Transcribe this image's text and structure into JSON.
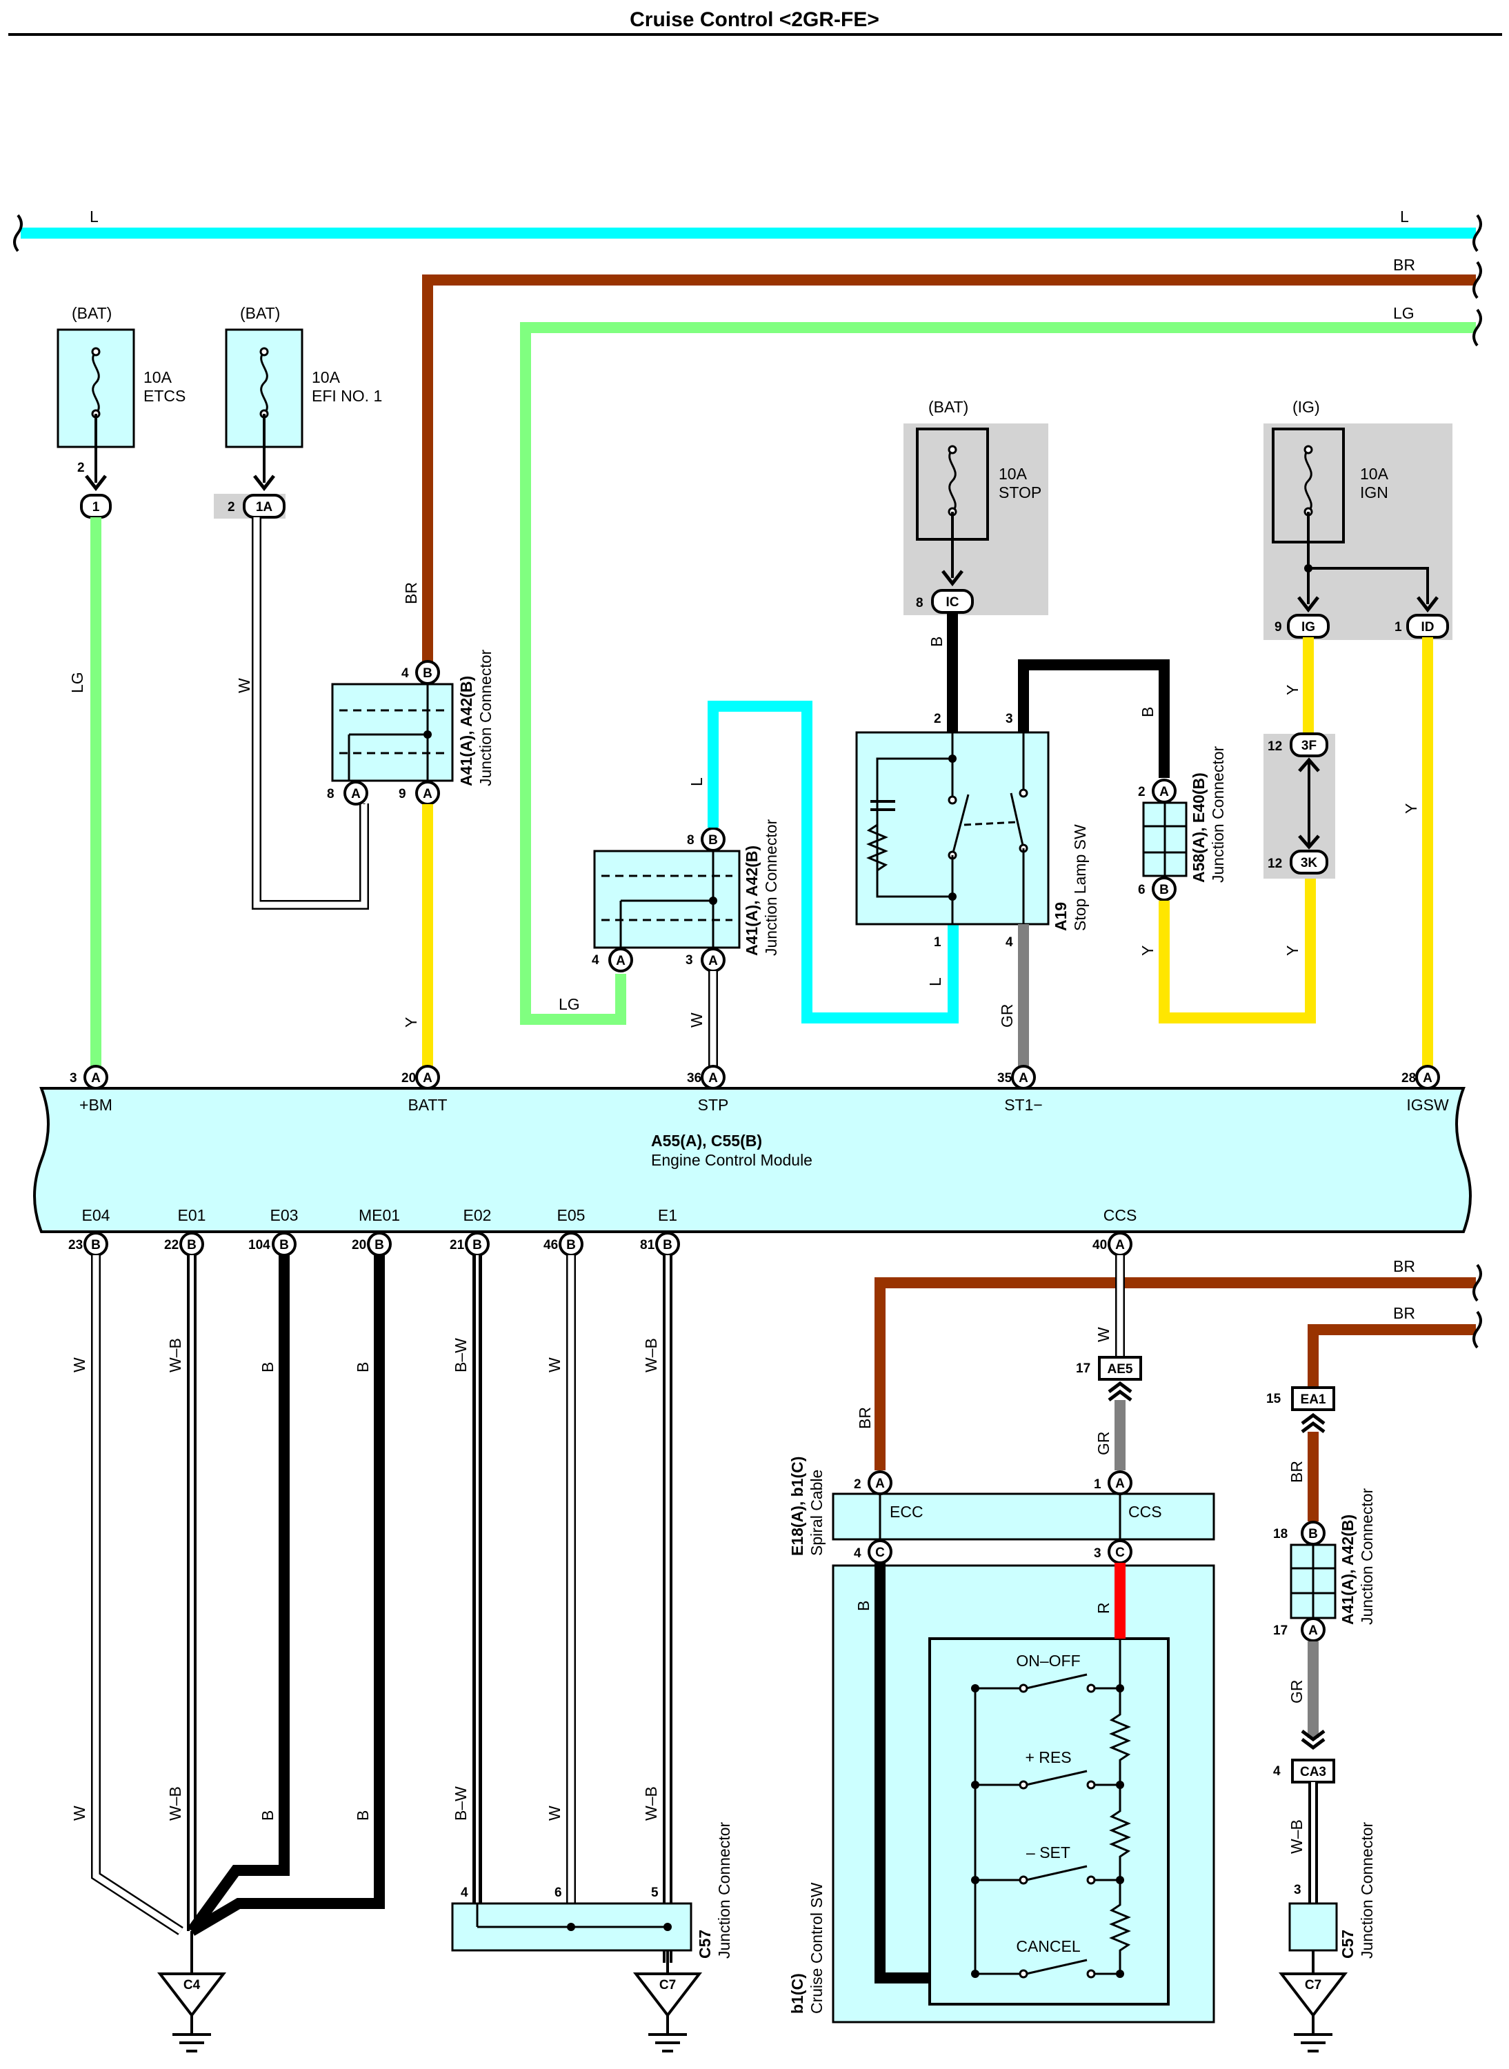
{
  "title": "Cruise Control <2GR-FE>",
  "colors": {
    "L": "#00ffff",
    "LG": "#80ff80",
    "BR": "#993300",
    "Y": "#ffe600",
    "B": "#000000",
    "GR": "#808080",
    "W": "#ffffff",
    "R": "#ff0000",
    "component_fill": "#ccffff",
    "shade": "#d3d3d3"
  },
  "bus_wires": {
    "l_top": "L",
    "l_top_right": "L",
    "br_top": "BR",
    "lg_top": "LG",
    "br_lower": "BR",
    "br_lower2": "BR"
  },
  "fuses": {
    "etcs": {
      "source": "(BAT)",
      "rating": "10A",
      "name": "ETCS",
      "pin": "2",
      "conn": "1"
    },
    "efi": {
      "source": "(BAT)",
      "rating": "10A",
      "name": "EFI NO. 1",
      "pin": "2",
      "conn": "1A"
    },
    "stop": {
      "source": "(BAT)",
      "rating": "10A",
      "name": "STOP",
      "pin": "8",
      "conn": "IC"
    },
    "ign": {
      "source": "(IG)",
      "rating": "10A",
      "name": "IGN",
      "pin_a": "9",
      "conn_a": "IG",
      "pin_b": "1",
      "conn_b": "ID"
    }
  },
  "jc1": {
    "label": "A41(A), A42(B)",
    "desc": "Junction Connector",
    "pins": {
      "top_num": "4",
      "top": "B",
      "bl_num": "8",
      "bl": "A",
      "br_num": "9",
      "br": "A"
    }
  },
  "jc2": {
    "label": "A41(A), A42(B)",
    "desc": "Junction Connector",
    "pins": {
      "top_num": "8",
      "top": "B",
      "bl_num": "4",
      "bl": "A",
      "br_num": "3",
      "br": "A"
    }
  },
  "stop_sw": {
    "label": "A19",
    "desc": "Stop Lamp SW",
    "pins": {
      "p2": "2",
      "p3": "3",
      "p1": "1",
      "p4": "4"
    }
  },
  "jc3": {
    "label": "A58(A), E40(B)",
    "desc": "Junction Connector",
    "pins": {
      "top_num": "2",
      "top": "A",
      "bot_num": "6",
      "bot": "B"
    }
  },
  "ig_conn": {
    "top_num": "12",
    "top": "3F",
    "bot_num": "12",
    "bot": "3K"
  },
  "wire_labels": {
    "etcs_down": "LG",
    "efi_down": "W",
    "br_down": "BR",
    "batt_y": "Y",
    "lg_bottom": "LG",
    "l_up": "L",
    "stp_w": "W",
    "l_sw": "L",
    "b_stop": "B",
    "b_jc3": "B",
    "gr_st1": "GR",
    "y_jc3": "Y",
    "y_ig1": "Y",
    "y_ig2": "Y",
    "y_igsw": "Y"
  },
  "ecm": {
    "label": "A55(A), C55(B)",
    "desc": "Engine Control Module",
    "top_pins": [
      {
        "num": "3",
        "conn": "A",
        "name": "+BM"
      },
      {
        "num": "20",
        "conn": "A",
        "name": "BATT"
      },
      {
        "num": "36",
        "conn": "A",
        "name": "STP"
      },
      {
        "num": "35",
        "conn": "A",
        "name": "ST1−"
      },
      {
        "num": "28",
        "conn": "A",
        "name": "IGSW"
      }
    ],
    "bottom_pins": [
      {
        "num": "23",
        "conn": "B",
        "name": "E04",
        "wire": "W"
      },
      {
        "num": "22",
        "conn": "B",
        "name": "E01",
        "wire": "W–B"
      },
      {
        "num": "104",
        "conn": "B",
        "name": "E03",
        "wire": "B"
      },
      {
        "num": "20",
        "conn": "B",
        "name": "ME01",
        "wire": "B"
      },
      {
        "num": "21",
        "conn": "B",
        "name": "E02",
        "wire": "B–W"
      },
      {
        "num": "46",
        "conn": "B",
        "name": "E05",
        "wire": "W"
      },
      {
        "num": "81",
        "conn": "B",
        "name": "E1",
        "wire": "W–B"
      },
      {
        "num": "40",
        "conn": "A",
        "name": "CCS",
        "wire": "W"
      }
    ]
  },
  "c57_mid": {
    "label": "C57",
    "desc": "Junction Connector",
    "pins": [
      "4",
      "6",
      "5"
    ]
  },
  "ground_c4": "C4",
  "ground_c7a": "C7",
  "ground_c7b": "C7",
  "spiral": {
    "label": "E18(A), b1(C)",
    "desc": "Spiral Cable",
    "ecc": "ECC",
    "ccs": "CCS",
    "pin_tl_num": "2",
    "pin_tl": "A",
    "pin_tr_num": "1",
    "pin_tr": "A",
    "pin_bl_num": "4",
    "pin_bl": "C",
    "pin_br_num": "3",
    "pin_br": "C"
  },
  "ae5": {
    "num": "17",
    "name": "AE5"
  },
  "cc_sw": {
    "label": "b1(C)",
    "desc": "Cruise Control SW",
    "switches": [
      "ON–OFF",
      "+ RES",
      "– SET",
      "CANCEL"
    ],
    "wire_b": "B",
    "wire_r": "R",
    "wire_br": "BR",
    "wire_gr": "GR"
  },
  "right_chain": {
    "ea1_num": "15",
    "ea1": "EA1",
    "jc_top_num": "18",
    "jc_top": "B",
    "jc_bot_num": "17",
    "jc_bot": "A",
    "jc_label": "A41(A), A42(B)",
    "jc_desc": "Junction Connector",
    "ca3_num": "4",
    "ca3": "CA3",
    "c57_num": "3",
    "c57_label": "C57",
    "c57_desc": "Junction Connector",
    "wire_br": "BR",
    "wire_gr": "GR",
    "wire_wb": "W–B"
  }
}
